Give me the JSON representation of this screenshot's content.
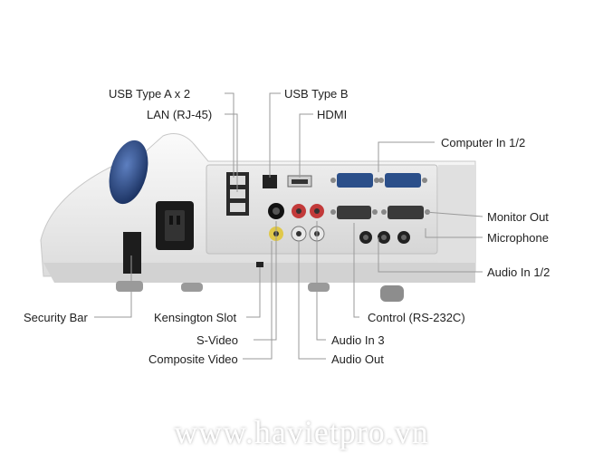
{
  "callouts": {
    "usb_type_a": "USB Type A x 2",
    "lan": "LAN (RJ-45)",
    "usb_type_b": "USB Type B",
    "hdmi": "HDMI",
    "computer_in": "Computer In 1/2",
    "monitor_out": "Monitor Out",
    "microphone": "Microphone",
    "audio_in_12": "Audio In 1/2",
    "security_bar": "Security Bar",
    "kensington_slot": "Kensington Slot",
    "s_video": "S-Video",
    "composite_video": "Composite Video",
    "control_rs232c": "Control (RS-232C)",
    "audio_in_3": "Audio In 3",
    "audio_out": "Audio Out"
  },
  "watermark": "www.havietpro.vn",
  "colors": {
    "body": "#f2f2f2",
    "panel": "#e4e4e4",
    "vga_port": "#2b4f8a",
    "lens": "#1f3f7a",
    "leader_line": "#9a9a9a"
  }
}
